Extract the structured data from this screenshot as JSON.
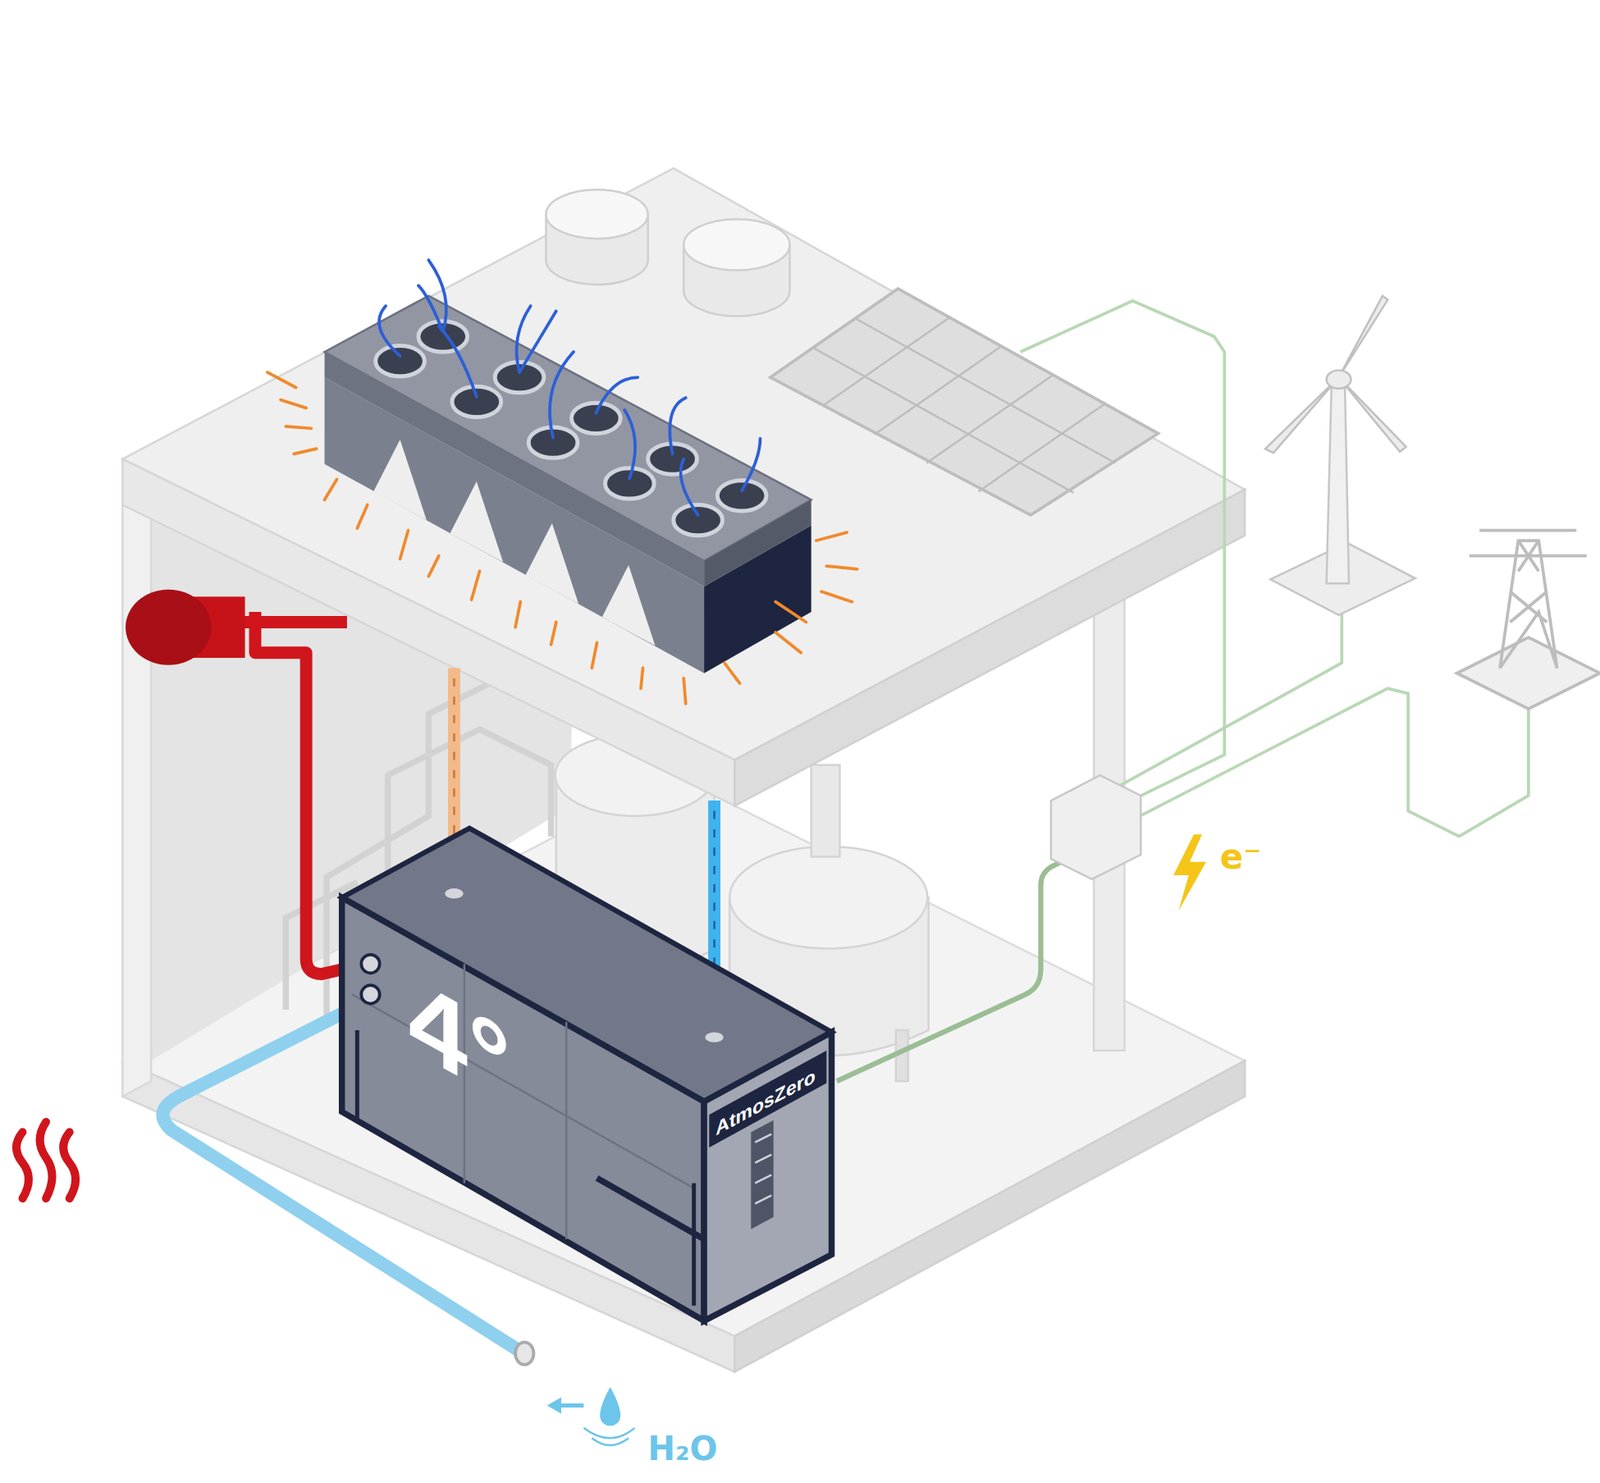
{
  "diagram": {
    "labels": [
      "4°",
      "AtmosZero",
      "e⁻",
      "H₂O"
    ]
  }
}
